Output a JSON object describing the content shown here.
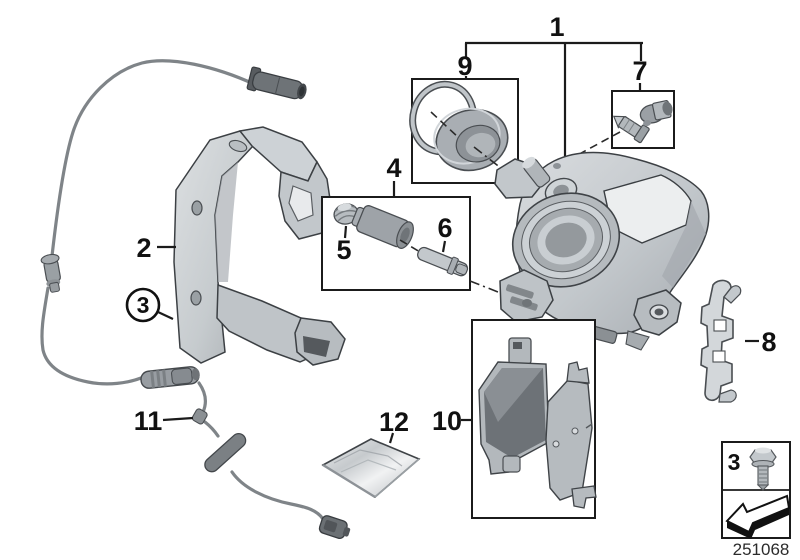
{
  "diagram": {
    "callouts": {
      "c1": "1",
      "c2": "2",
      "c3": "3",
      "c4": "4",
      "c5": "5",
      "c6": "6",
      "c7": "7",
      "c8": "8",
      "c9": "9",
      "c10": "10",
      "c11": "11",
      "c12": "12"
    },
    "legend": {
      "callout": "3"
    },
    "footer": {
      "diagram_number": "251068"
    },
    "icons": {
      "legend_bolt": "hex-bolt-icon",
      "legend_arrow": "direction-arrow-icon"
    },
    "colors": {
      "background": "#ffffff",
      "line": "#1b1b1b",
      "metal_light": "#d6dadd",
      "metal_mid": "#b3b8bc",
      "metal_dark": "#7d8286",
      "pad_friction": "#6d7277"
    }
  }
}
